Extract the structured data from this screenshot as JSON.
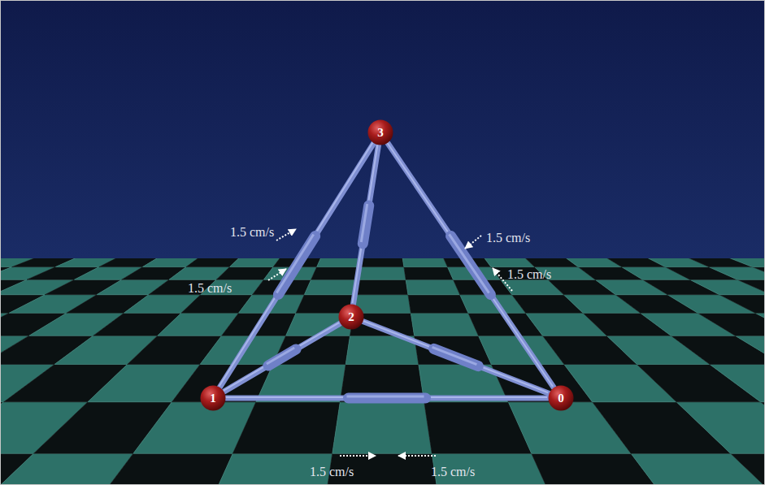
{
  "diagram": {
    "nodes": [
      {
        "text": [
          "3"
        ]
      },
      {
        "text": [
          "2"
        ]
      },
      {
        "text": [
          "1"
        ]
      },
      {
        "text": [
          "0"
        ]
      }
    ],
    "edges": [
      {
        "from": 2,
        "to": 3,
        "arrow": "none"
      },
      {
        "from": 2,
        "to": 1,
        "arrow": "none"
      },
      {
        "from": 1,
        "to": 3,
        "arrow": "none"
      },
      {
        "from": 2,
        "to": 0,
        "arrow": "none"
      },
      {
        "from": 1,
        "to": 0,
        "arrow": "none"
      },
      {
        "from": 3,
        "to": 0,
        "arrow": "none"
      }
    ],
    "labels": [
      "1.5 cm/s",
      "1.5 cm/s",
      "1.5 cm/s",
      "1.5 cm/s",
      "1.5 cm/s",
      "1.5 cm/s"
    ]
  }
}
